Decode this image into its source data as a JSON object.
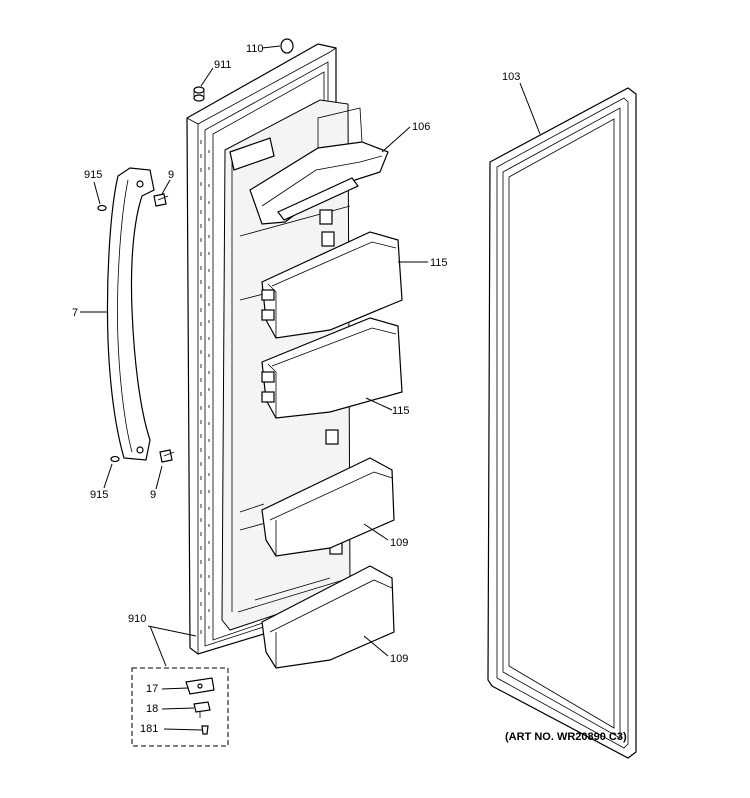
{
  "labels": {
    "l110": "110",
    "l911": "911",
    "l103": "103",
    "l106": "106",
    "l915a": "915",
    "l9a": "9",
    "l115a": "115",
    "l7": "7",
    "l115b": "115",
    "l915b": "915",
    "l9b": "9",
    "l109a": "109",
    "l910": "910",
    "l109b": "109",
    "l17": "17",
    "l18": "18",
    "l181": "181"
  },
  "art_number": "(ART NO. WR20890 C3)"
}
